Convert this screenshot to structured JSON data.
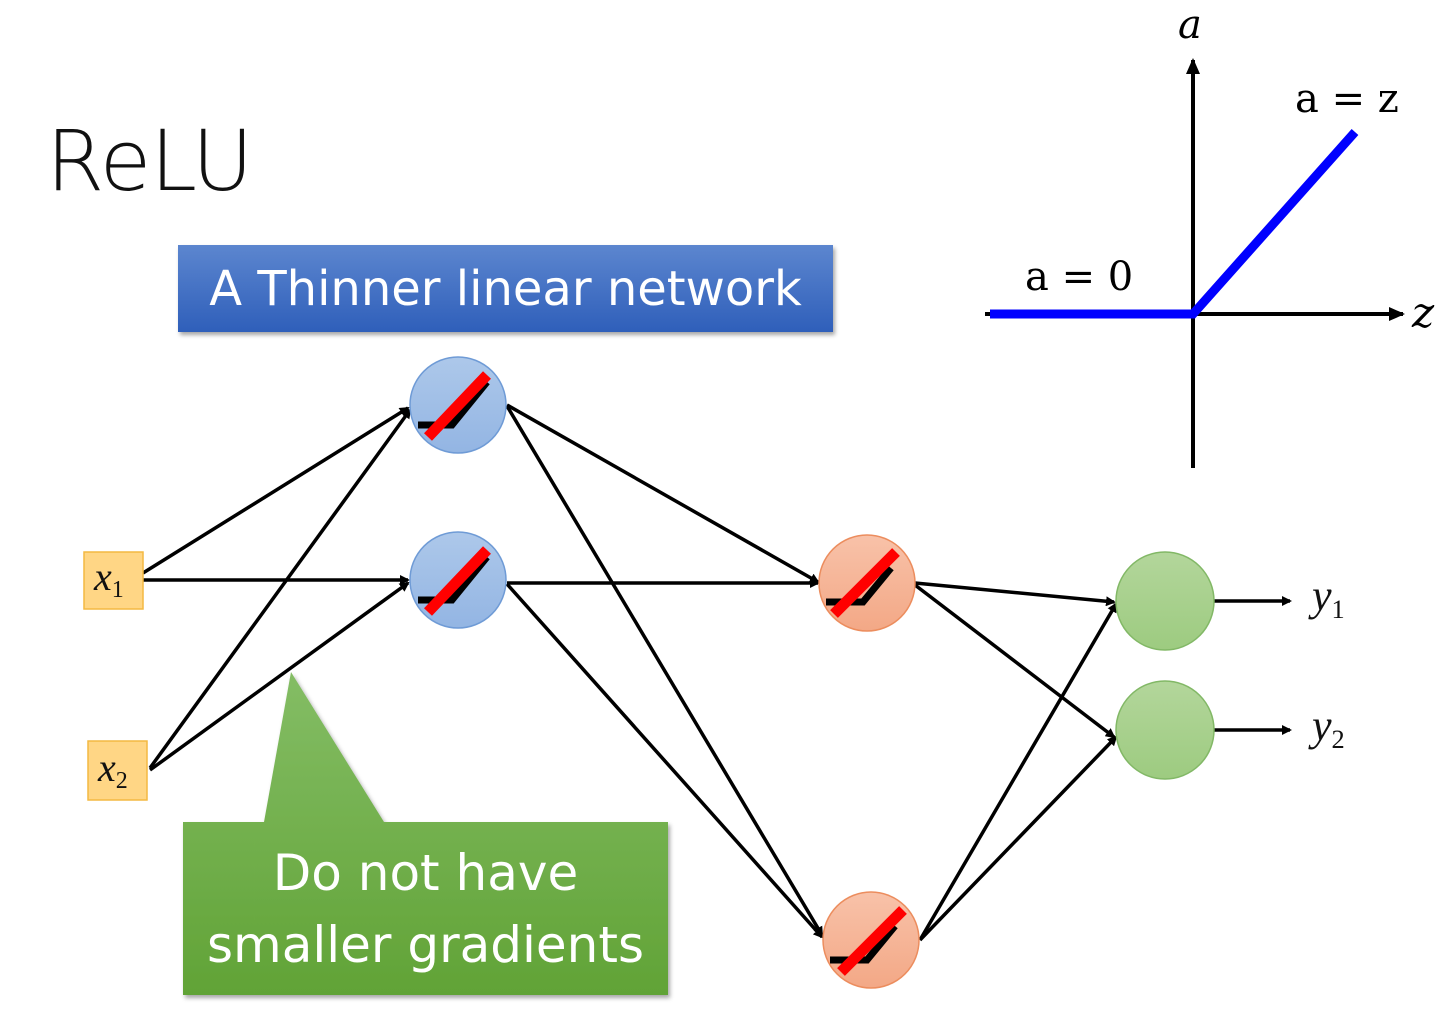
{
  "slide": {
    "title": "ReLU",
    "banner": "A Thinner linear network",
    "callout": {
      "line1": "Do not have",
      "line2": "smaller gradients"
    }
  },
  "relu_plot": {
    "y_axis_label": "a",
    "x_axis_label": "z",
    "left_label": "a = 0",
    "right_label": "a = z",
    "line_color": "#0000ff"
  },
  "network": {
    "inputs": [
      {
        "var": "x",
        "sub": "1"
      },
      {
        "var": "x",
        "sub": "2"
      }
    ],
    "outputs": [
      {
        "var": "y",
        "sub": "1"
      },
      {
        "var": "y",
        "sub": "2"
      }
    ],
    "layers": [
      {
        "name": "hidden-1",
        "color": "#a4c2e8",
        "nodes": 2,
        "activation": "relu-crossed-out"
      },
      {
        "name": "hidden-2",
        "color": "#f6b49a",
        "nodes": 2,
        "activation": "relu-crossed-out"
      },
      {
        "name": "output",
        "color": "#a9d18e",
        "nodes": 2,
        "activation": "none"
      }
    ],
    "colors": {
      "input_box": "#ffd685",
      "banner": "#4472c4",
      "callout": "#70ad47",
      "strike": "#ff0000"
    }
  }
}
